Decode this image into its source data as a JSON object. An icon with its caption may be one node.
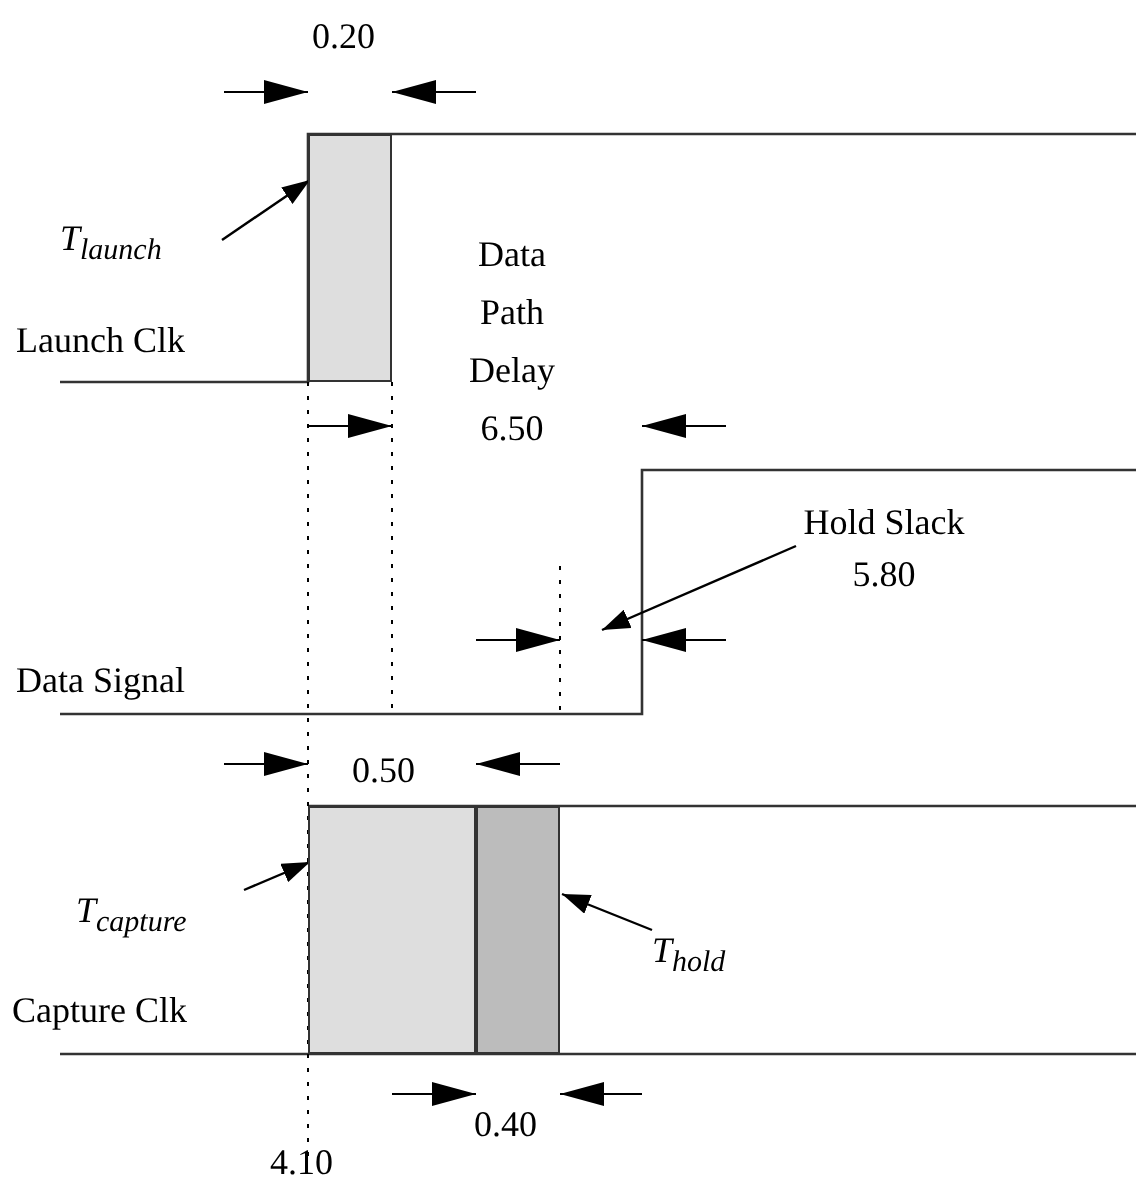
{
  "diagram": {
    "nodes": [
      {
        "text": [
          "T$_{launch}$"
        ]
      },
      {
        "text": [],
        "shape": "box"
      },
      {
        "text": [
          "Hold Slack 5.80"
        ]
      },
      {
        "text": [
          "T$_{capture}$"
        ]
      },
      {
        "text": [],
        "shape": "box"
      },
      {
        "text": [
          "T$_{hold}$"
        ]
      },
      {
        "text": [],
        "shape": "box"
      }
    ],
    "edges": [
      {
        "from": 0,
        "to": 1,
        "arrow": "to"
      },
      {
        "from": 2,
        "to": null,
        "arrow": "to"
      },
      {
        "from": 3,
        "to": 4,
        "arrow": "to"
      },
      {
        "from": 5,
        "to": 6,
        "arrow": "to"
      }
    ],
    "labels": [
      "0.20",
      "Launch Clk",
      "Data Path Delay 6.50",
      "Data Signal",
      "0.50",
      "Capture Clk",
      "0.40",
      "4.10"
    ]
  }
}
